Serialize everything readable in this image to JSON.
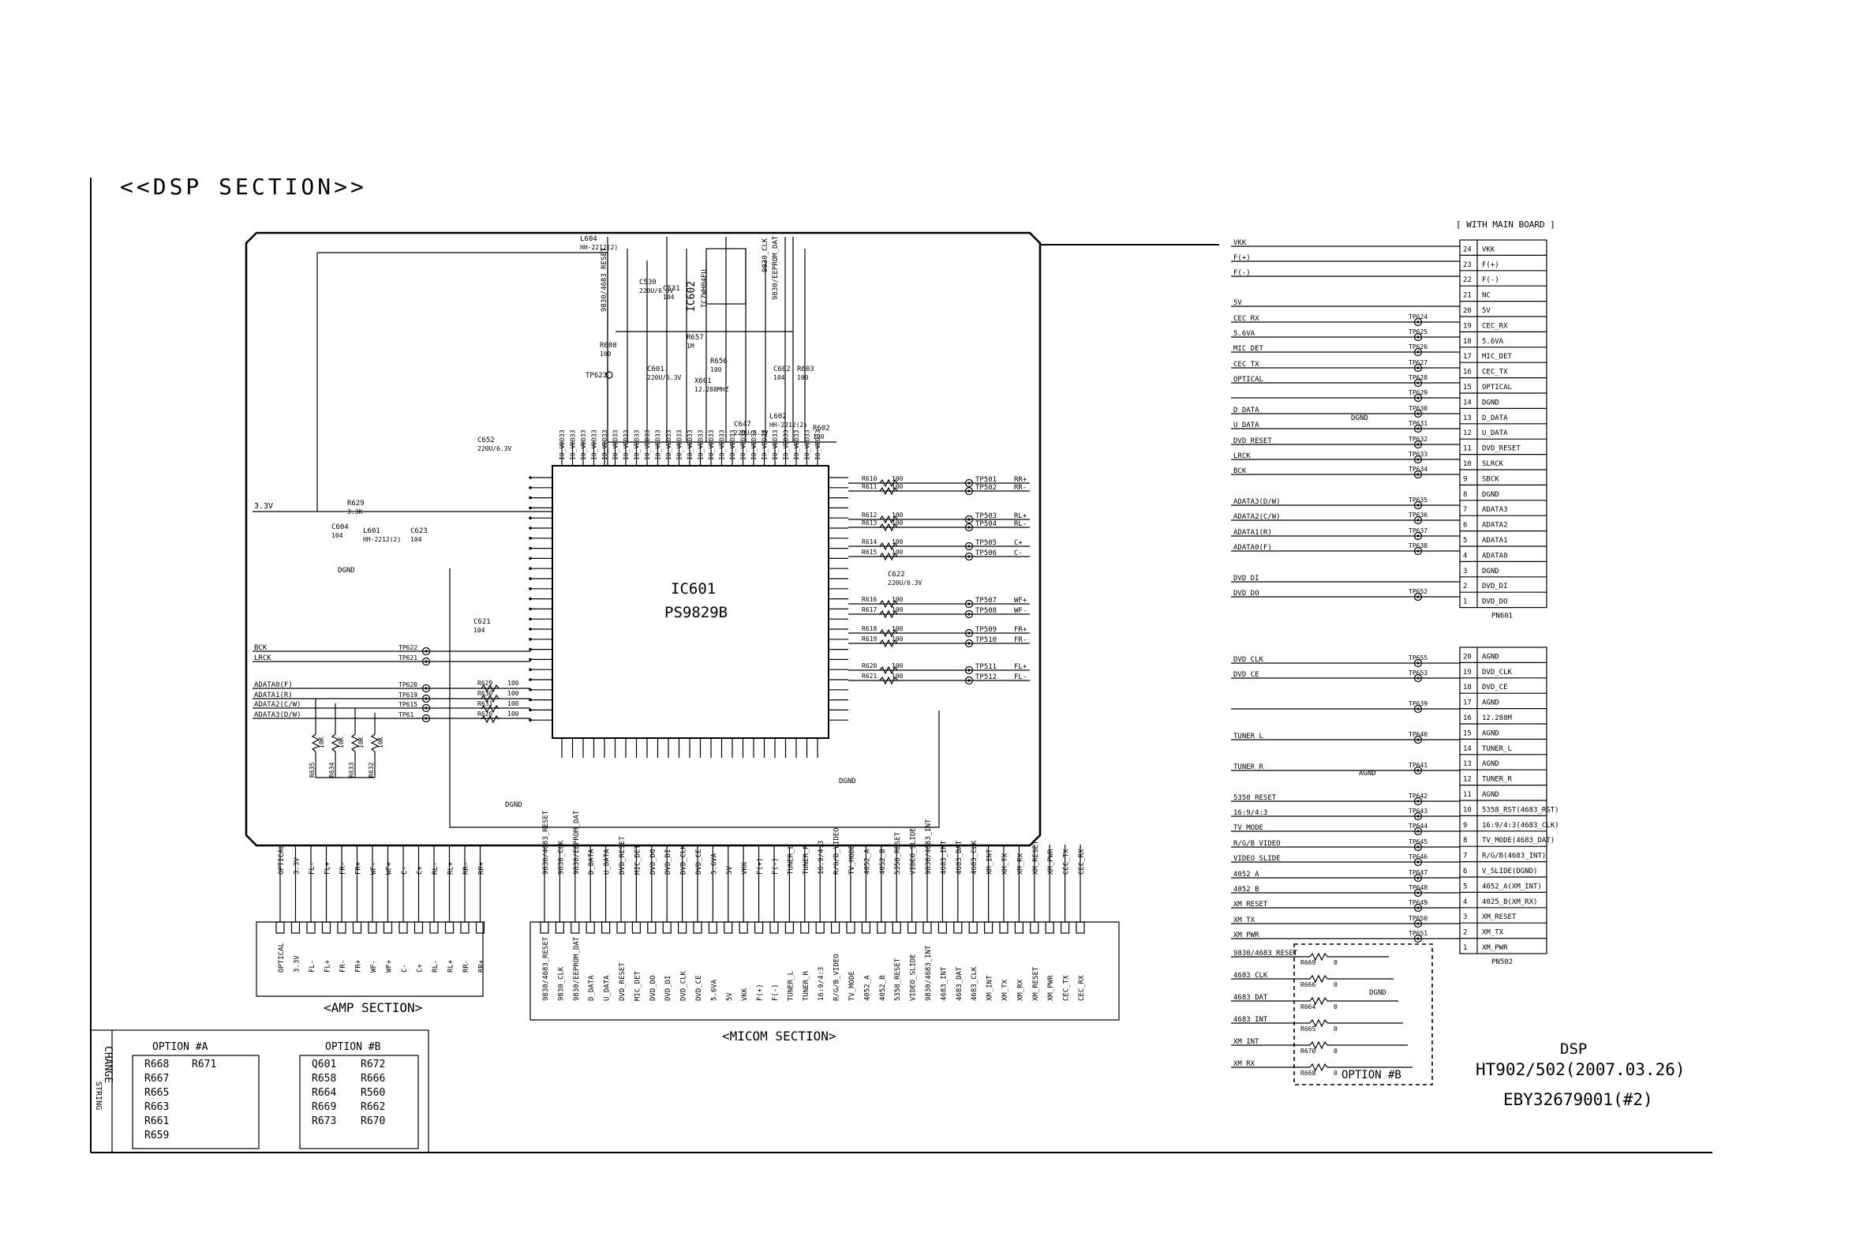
{
  "section_title": "<<DSP SECTION>>",
  "with_main_board": "[ WITH MAIN BOARD ]",
  "ic601": {
    "ref": "IC601",
    "part": "PS9829B"
  },
  "ic602": {
    "ref": "IC602",
    "part": "TC7WH04FU"
  },
  "power_label": "3.3V",
  "pn601": {
    "ref": "PN601",
    "pins": [
      {
        "n": "24",
        "name": "VKK"
      },
      {
        "n": "23",
        "name": "F(+)"
      },
      {
        "n": "22",
        "name": "F(-)"
      },
      {
        "n": "21",
        "name": "NC"
      },
      {
        "n": "20",
        "name": "5V"
      },
      {
        "n": "19",
        "name": "CEC_RX"
      },
      {
        "n": "18",
        "name": "5.6VA"
      },
      {
        "n": "17",
        "name": "MIC_DET"
      },
      {
        "n": "16",
        "name": "CEC_TX"
      },
      {
        "n": "15",
        "name": "OPTICAL"
      },
      {
        "n": "14",
        "name": "DGND"
      },
      {
        "n": "13",
        "name": "D_DATA"
      },
      {
        "n": "12",
        "name": "U_DATA"
      },
      {
        "n": "11",
        "name": "DVD_RESET"
      },
      {
        "n": "10",
        "name": "SLRCK"
      },
      {
        "n": "9",
        "name": "SBCK"
      },
      {
        "n": "8",
        "name": "DGND"
      },
      {
        "n": "7",
        "name": "ADATA3"
      },
      {
        "n": "6",
        "name": "ADATA2"
      },
      {
        "n": "5",
        "name": "ADATA1"
      },
      {
        "n": "4",
        "name": "ADATA0"
      },
      {
        "n": "3",
        "name": "DGND"
      },
      {
        "n": "2",
        "name": "DVD_DI"
      },
      {
        "n": "1",
        "name": "DVD_DO"
      }
    ]
  },
  "pn502": {
    "ref": "PN502",
    "pins": [
      {
        "n": "20",
        "name": "AGND"
      },
      {
        "n": "19",
        "name": "DVD_CLK"
      },
      {
        "n": "18",
        "name": "DVD_CE"
      },
      {
        "n": "17",
        "name": "AGND"
      },
      {
        "n": "16",
        "name": "12.288M"
      },
      {
        "n": "15",
        "name": "AGND"
      },
      {
        "n": "14",
        "name": "TUNER_L"
      },
      {
        "n": "13",
        "name": "AGND"
      },
      {
        "n": "12",
        "name": "TUNER_R"
      },
      {
        "n": "11",
        "name": "AGND"
      },
      {
        "n": "10",
        "name": "5358_RST(4683_RST)"
      },
      {
        "n": "9",
        "name": "16:9/4:3(4683_CLK)"
      },
      {
        "n": "8",
        "name": "TV_MODE(4683_DAT)"
      },
      {
        "n": "7",
        "name": "R/G/B(4683_INT)"
      },
      {
        "n": "6",
        "name": "V_SLIDE(DGND)"
      },
      {
        "n": "5",
        "name": "4052_A(XM_INT)"
      },
      {
        "n": "4",
        "name": "4025_B(XM_RX)"
      },
      {
        "n": "3",
        "name": "XM_RESET"
      },
      {
        "n": "2",
        "name": "XM_TX"
      },
      {
        "n": "1",
        "name": "XM_PWR"
      }
    ]
  },
  "right_signals_a": [
    {
      "name": "VKK",
      "tp": ""
    },
    {
      "name": "F(+)",
      "tp": ""
    },
    {
      "name": "F(-)",
      "tp": ""
    },
    {
      "name": "5V",
      "tp": ""
    },
    {
      "name": "CEC_RX",
      "tp": "TP624"
    },
    {
      "name": "5.6VA",
      "tp": "TP625"
    },
    {
      "name": "MIC_DET",
      "tp": "TP626"
    },
    {
      "name": "CEC_TX",
      "tp": "TP627"
    },
    {
      "name": "OPTICAL",
      "tp": "TP628"
    },
    {
      "name": "",
      "tp": "TP629"
    },
    {
      "name": "D_DATA",
      "tp": "TP630"
    },
    {
      "name": "U_DATA",
      "tp": "TP631"
    },
    {
      "name": "DVD_RESET",
      "tp": "TP632"
    },
    {
      "name": "LRCK",
      "tp": "TP633"
    },
    {
      "name": "BCK",
      "tp": "TP634"
    },
    {
      "name": "ADATA3(D/W)",
      "tp": "TP635"
    },
    {
      "name": "ADATA2(C/W)",
      "tp": "TP636"
    },
    {
      "name": "ADATA1(R)",
      "tp": "TP637"
    },
    {
      "name": "ADATA0(F)",
      "tp": "TP638"
    },
    {
      "name": "DVD_DI",
      "tp": ""
    },
    {
      "name": "DVD_DO",
      "tp": "TP652"
    }
  ],
  "right_signals_b": [
    {
      "name": "DVD_CLK",
      "tp": "TP655"
    },
    {
      "name": "DVD_CE",
      "tp": "TP653"
    },
    {
      "name": "",
      "tp": "TP639"
    },
    {
      "name": "TUNER_L",
      "tp": "TP640"
    },
    {
      "name": "TUNER_R",
      "tp": "TP641"
    },
    {
      "name": "5358_RESET",
      "tp": "TP642"
    },
    {
      "name": "16:9/4:3",
      "tp": "TP643"
    },
    {
      "name": "TV_MODE",
      "tp": "TP644"
    },
    {
      "name": "R/G/B_VIDEO",
      "tp": "TP645"
    },
    {
      "name": "VIDEO_SLIDE",
      "tp": "TP646"
    },
    {
      "name": "4052_A",
      "tp": "TP647"
    },
    {
      "name": "4052_B",
      "tp": "TP648"
    },
    {
      "name": "XM_RESET",
      "tp": "TP649"
    },
    {
      "name": "XM_TX",
      "tp": "TP650"
    },
    {
      "name": "XM_PWR",
      "tp": "TP651"
    }
  ],
  "option_b_signals": [
    {
      "name": "9830/4683_RESET",
      "r": "R669",
      "v": "0"
    },
    {
      "name": "4683_CLK",
      "r": "R666",
      "v": "0"
    },
    {
      "name": "4683_DAT",
      "r": "R664",
      "v": "0"
    },
    {
      "name": "4683_INT",
      "r": "R665",
      "v": "0"
    },
    {
      "name": "XM_INT",
      "r": "R670",
      "v": "0"
    },
    {
      "name": "XM_RX",
      "r": "R668",
      "v": "0"
    }
  ],
  "option_b_label": "OPTION #B",
  "amp_section": {
    "title": "<AMP SECTION>",
    "pins": [
      "OPTICAL",
      "3.3V",
      "FL-",
      "FL+",
      "FR-",
      "FR+",
      "WF-",
      "WF+",
      "C-",
      "C+",
      "RL-",
      "RL+",
      "RR-",
      "RR+"
    ]
  },
  "micom_section": {
    "title": "<MICOM SECTION>",
    "pins": [
      "9830/4683_RESET",
      "9830_CLK",
      "9830/EEPROM_DAT",
      "D_DATA",
      "U_DATA",
      "DVD_RESET",
      "MIC_DET",
      "DVD_DO",
      "DVD_DI",
      "DVD_CLK",
      "DVD_CE",
      "5.6VA",
      "5V",
      "VKK",
      "F(+)",
      "F(-)",
      "TUNER_L",
      "TUNER_R",
      "16:9/4:3",
      "R/G/B_VIDEO",
      "TV_MODE",
      "4052_A",
      "4052_B",
      "5358_RESET",
      "VIDEO_SLIDE",
      "9830/4683_INT",
      "4683_INT",
      "4683_DAT",
      "4683_CLK",
      "XM_INT",
      "XM_TX",
      "XM_RX",
      "XM_RESET",
      "XM_PWR",
      "CEC_TX",
      "CEC_RX"
    ]
  },
  "speaker_outputs": [
    {
      "tp": "TP501",
      "sig": "RR+",
      "r": "R610",
      "v": "100"
    },
    {
      "tp": "TP502",
      "sig": "RR-",
      "r": "R611",
      "v": "100"
    },
    {
      "tp": "TP503",
      "sig": "RL+",
      "r": "R612",
      "v": "100"
    },
    {
      "tp": "TP504",
      "sig": "RL-",
      "r": "R613",
      "v": "100"
    },
    {
      "tp": "TP505",
      "sig": "C+",
      "r": "R614",
      "v": "100"
    },
    {
      "tp": "TP506",
      "sig": "C-",
      "r": "R615",
      "v": "100"
    },
    {
      "tp": "TP507",
      "sig": "WF+",
      "r": "R616",
      "v": "100"
    },
    {
      "tp": "TP508",
      "sig": "WF-",
      "r": "R617",
      "v": "100"
    },
    {
      "tp": "TP509",
      "sig": "FR+",
      "r": "R618",
      "v": "100"
    },
    {
      "tp": "TP510",
      "sig": "FR-",
      "r": "R619",
      "v": "100"
    },
    {
      "tp": "TP511",
      "sig": "FL+",
      "r": "R620",
      "v": "100"
    },
    {
      "tp": "TP512",
      "sig": "FL-",
      "r": "R621",
      "v": "100"
    }
  ],
  "left_inputs": [
    {
      "sig": "BCK",
      "tp": "TP622"
    },
    {
      "sig": "LRCK",
      "tp": "TP621"
    },
    {
      "sig": "ADATA0(F)",
      "tp": "TP620"
    },
    {
      "sig": "ADATA1(R)",
      "tp": "TP619"
    },
    {
      "sig": "ADATA2(C/W)",
      "tp": "TP615"
    },
    {
      "sig": "ADATA3(D/W)",
      "tp": "TP61"
    }
  ],
  "input_resistors": [
    {
      "r": "R629",
      "v": "100"
    },
    {
      "r": "R630",
      "v": "100"
    },
    {
      "r": "R631",
      "v": "100"
    },
    {
      "r": "R626",
      "v": "100"
    }
  ],
  "pulldowns": [
    {
      "r": "R635",
      "v": "10K"
    },
    {
      "r": "R634",
      "v": "10K"
    },
    {
      "r": "R633",
      "v": "10K"
    },
    {
      "r": "R632",
      "v": "10K"
    }
  ],
  "top_parts": [
    {
      "ref": "L604",
      "v": "HH-2212(2)"
    },
    {
      "ref": "C530",
      "v": "220U/6.3V"
    },
    {
      "ref": "C531",
      "v": "104"
    },
    {
      "ref": "R657",
      "v": "1M"
    },
    {
      "ref": "X601",
      "v": "12.288MHZ"
    },
    {
      "ref": "R656",
      "v": "100"
    },
    {
      "ref": "R608",
      "v": "100"
    },
    {
      "ref": "C601",
      "v": "220U/6.3V"
    },
    {
      "ref": "C602",
      "v": "104"
    },
    {
      "ref": "R603",
      "v": "100"
    },
    {
      "ref": "R602",
      "v": "100"
    },
    {
      "ref": "R629",
      "v": "3.3K"
    },
    {
      "ref": "C604",
      "v": "104"
    },
    {
      "ref": "L601",
      "v": "HH-2212(2)"
    },
    {
      "ref": "C623",
      "v": "104"
    },
    {
      "ref": "C621",
      "v": "104"
    },
    {
      "ref": "C622",
      "v": "220U/6.3V"
    },
    {
      "ref": "C652",
      "v": "220U/6.3V"
    },
    {
      "ref": "C647",
      "v": "220U/6.3V"
    },
    {
      "ref": "L602",
      "v": "HH-2212(2)"
    }
  ],
  "misc_labels": {
    "tp623": "TP623",
    "dgnd": "DGND",
    "agnd": "AGND",
    "sig_9830_reset": "9830/4683_RESET",
    "sig_9830_clk": "9830_CLK",
    "sig_eeprom": "9830/EEPROM_DAT",
    "io_vdd": "IO_VDD33"
  },
  "option_table": {
    "vertical_title": "CHANGE",
    "vertical_title_2": "STRING",
    "a_title": "OPTION #A",
    "a_items": [
      "R668",
      "R671",
      "R667",
      "R665",
      "R663",
      "R661",
      "R659"
    ],
    "b_title": "OPTION #B",
    "b_items": [
      "Q601",
      "R672",
      "R658",
      "R666",
      "R664",
      "R560",
      "R669",
      "R662",
      "R673",
      "R670"
    ]
  },
  "title_block": {
    "line1": "DSP",
    "line2": "HT902/502(2007.03.26)",
    "line3": "EBY32679001(#2)"
  }
}
